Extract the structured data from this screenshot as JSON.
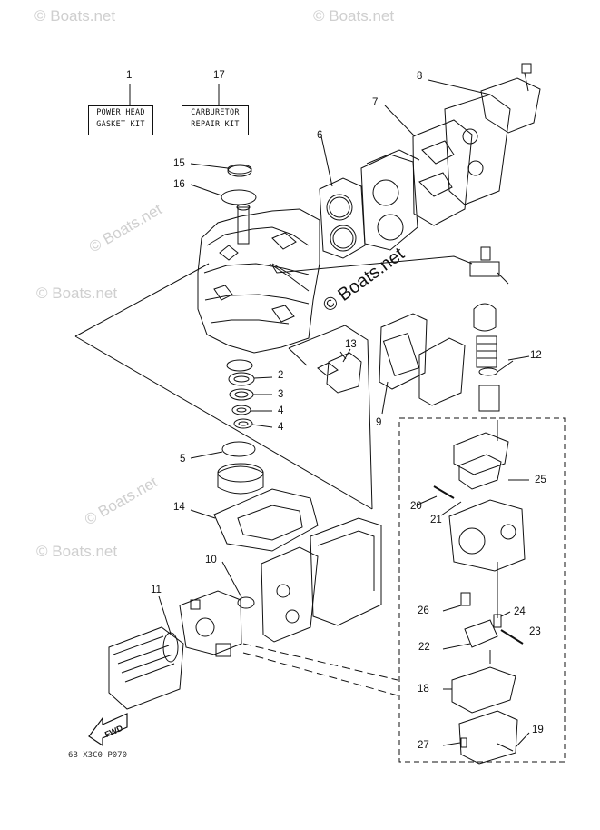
{
  "kits": [
    {
      "number": "1",
      "line1": "POWER HEAD",
      "line2": "GASKET KIT"
    },
    {
      "number": "17",
      "line1": "CARBURETOR",
      "line2": "REPAIR KIT"
    }
  ],
  "callouts": {
    "n2": "2",
    "n3": "3",
    "n4a": "4",
    "n4b": "4",
    "n5": "5",
    "n6": "6",
    "n7": "7",
    "n8": "8",
    "n9": "9",
    "n10": "10",
    "n11": "11",
    "n12": "12",
    "n13": "13",
    "n14": "14",
    "n15": "15",
    "n16": "16",
    "n18": "18",
    "n19": "19",
    "n20": "20",
    "n21": "21",
    "n22": "22",
    "n23": "23",
    "n24": "24",
    "n25": "25",
    "n26": "26",
    "n27": "27"
  },
  "watermark": {
    "brand": "© Boats.net",
    "center": "© Boats.net"
  },
  "fwd_label": "FWD",
  "diagram_code": "6B  X3C0 P070"
}
